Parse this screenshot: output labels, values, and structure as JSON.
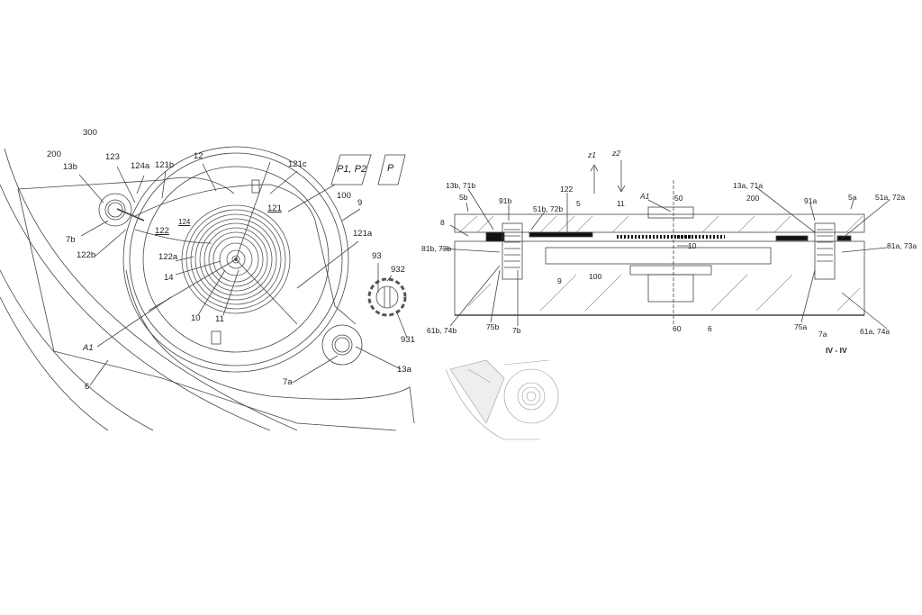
{
  "figure_left": {
    "labels": [
      "300",
      "200",
      "13b",
      "123",
      "124a",
      "121b",
      "12",
      "121c",
      "100",
      "9",
      "121a",
      "124",
      "122",
      "121",
      "7b",
      "122b",
      "122a",
      "14",
      "10",
      "11",
      "93",
      "932",
      "931",
      "13a",
      "7a",
      "A1",
      "6"
    ],
    "box_labels": [
      "P1, P2",
      "P"
    ]
  },
  "figure_right": {
    "labels": [
      "z1",
      "z2",
      "13b, 71b",
      "5b",
      "91b",
      "122",
      "51b, 72b",
      "5",
      "11",
      "A1",
      "50",
      "13a, 71a",
      "200",
      "91a",
      "5a",
      "51a, 72a",
      "8",
      "81b, 73b",
      "10",
      "81a, 73a",
      "9",
      "100",
      "61b, 74b",
      "75b",
      "7b",
      "60",
      "6",
      "75a",
      "7a",
      "61a, 74a"
    ],
    "section_title": "IV - IV"
  }
}
